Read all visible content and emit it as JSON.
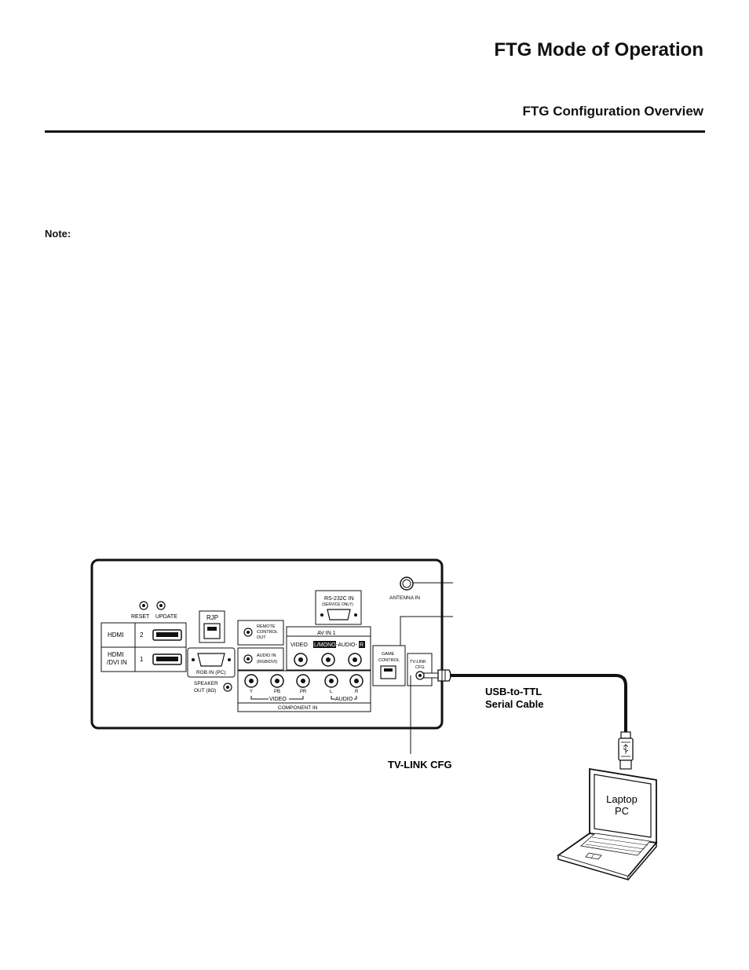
{
  "header": {
    "title": "FTG Mode of Operation",
    "section": "FTG Configuration Overview"
  },
  "note_label": "Note:",
  "panel": {
    "reset": "RESET",
    "update": "UPDATE",
    "hdmi": "HDMI",
    "hdmi_num_2": "2",
    "hdmi_dvi_line1": "HDMI",
    "hdmi_dvi_line2": "/DVI IN",
    "hdmi_num_1": "1",
    "rjp": "RJP",
    "rgb_in": "RGB IN (PC)",
    "speaker_out_1": "SPEAKER",
    "speaker_out_2": "OUT (8Ω)",
    "remote_1": "REMOTE",
    "remote_2": "CONTROL",
    "remote_3": "OUT",
    "audio_in_1": "AUDIO IN",
    "audio_in_2": "(RGB/DVI)",
    "rs232_1": "RS-232C IN",
    "rs232_2": "(SERVICE ONLY)",
    "av_in": "AV IN 1",
    "video": "VIDEO",
    "l_mono": "L/MONO",
    "audio_dash": "-AUDIO-",
    "r": "R",
    "comp_y": "Y",
    "comp_pb": "PB",
    "comp_pr": "PR",
    "comp_l": "L",
    "comp_r": "R",
    "comp_video": "VIDEO",
    "comp_audio": "AUDIO",
    "component_in": "COMPONENT IN",
    "antenna_in": "ANTENNA IN",
    "game_1": "GAME",
    "game_2": "CONTROL",
    "tvlink_1": "TV-LINK",
    "tvlink_2": "CFG"
  },
  "callouts": {
    "cable_line1": "USB-to-TTL",
    "cable_line2": "Serial Cable",
    "tv_link_cfg": "TV-LINK CFG"
  },
  "laptop": {
    "line1": "Laptop",
    "line2": "PC"
  }
}
